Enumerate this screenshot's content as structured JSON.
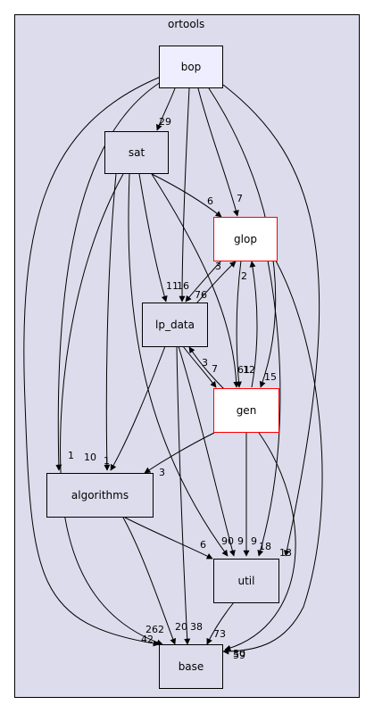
{
  "cluster": {
    "label": "ortools"
  },
  "nodes": {
    "bop": {
      "label": "bop",
      "style": "main"
    },
    "sat": {
      "label": "sat",
      "style": "std"
    },
    "glop": {
      "label": "glop",
      "style": "red"
    },
    "lp_data": {
      "label": "lp_data",
      "style": "std"
    },
    "gen": {
      "label": "gen",
      "style": "red"
    },
    "algorithms": {
      "label": "algorithms",
      "style": "std"
    },
    "util": {
      "label": "util",
      "style": "std"
    },
    "base": {
      "label": "base",
      "style": "std"
    }
  },
  "edge_labels": {
    "bop_sat": "29",
    "bop_glop": "7",
    "bop_lp_data": "16",
    "bop_gen": "15",
    "bop_algorithms": "1",
    "bop_util": "13",
    "bop_base": "42",
    "sat_glop": "6",
    "sat_lp_data": "11",
    "sat_gen": "61",
    "sat_algorithms": "10",
    "sat_util": "90",
    "sat_base": "262",
    "glop_lp_data": "76",
    "lp_data_glop": "3",
    "glop_gen": "2",
    "gen_glop": "12",
    "glop_util": "18",
    "glop_base": "59",
    "lp_data_gen": "7",
    "gen_lp_data": "3",
    "lp_data_algorithms": "1",
    "lp_data_util": "9",
    "lp_data_base": "20",
    "gen_algorithms": "3",
    "gen_util": "9",
    "gen_base": "30",
    "algorithms_util": "6",
    "algorithms_base": "38",
    "util_base": "73"
  },
  "colors": {
    "cluster_fill": "#dcdcec",
    "node_fill": "#dcdcec",
    "main_fill": "#eeeeff",
    "highlight_border": "#ff0000",
    "edge": "#000000"
  }
}
